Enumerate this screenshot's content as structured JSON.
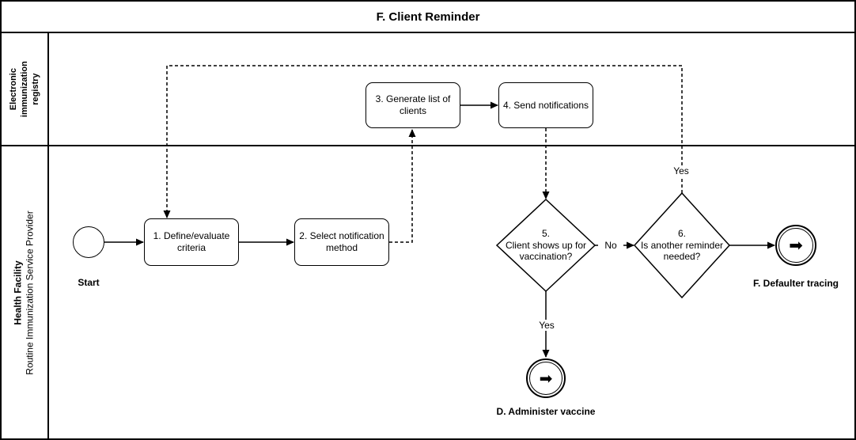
{
  "title": "F. Client Reminder",
  "lanes": {
    "registry": {
      "label": "Electronic immunization\nregistry"
    },
    "facility": {
      "label_bold": "Health Facility",
      "label_sub": "Routine Immunization Service Provider"
    }
  },
  "nodes": {
    "start": {
      "label": "Start"
    },
    "task1": {
      "label": "1. Define/evaluate\ncriteria"
    },
    "task2": {
      "label": "2. Select notification\nmethod"
    },
    "task3": {
      "label": "3. Generate list of\nclients"
    },
    "task4": {
      "label": "4. Send notifications"
    },
    "gateway5": {
      "label": "5.\nClient shows up for\nvaccination?"
    },
    "gateway6": {
      "label": "6.\nIs another reminder\nneeded?"
    },
    "end_defaulter": {
      "label": "F. Defaulter tracing"
    },
    "end_administer": {
      "label": "D. Administer vaccine"
    }
  },
  "edge_labels": {
    "no": "No",
    "yes_to_vaccine": "Yes",
    "yes_to_reminder": "Yes"
  },
  "icons": {
    "end_event_arrow": "➡"
  },
  "colors": {
    "stroke": "#000000",
    "background": "#ffffff"
  }
}
